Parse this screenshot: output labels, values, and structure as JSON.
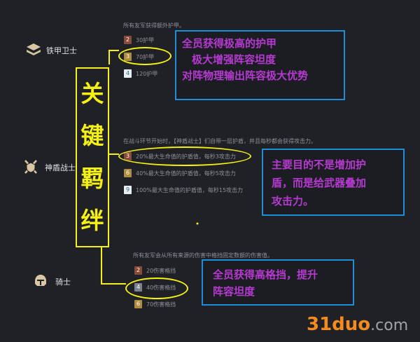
{
  "traits": [
    {
      "name": "铁甲卫士",
      "icon": "armor-icon",
      "description": "所有友军获得额外护甲。",
      "tiers": [
        {
          "num": "2",
          "text": "30护甲",
          "rank": "bronze"
        },
        {
          "num": "3",
          "text": "70护甲",
          "rank": "gold"
        },
        {
          "num": "4",
          "text": "120护甲",
          "rank": "diamond"
        }
      ]
    },
    {
      "name": "神盾战士",
      "icon": "crossed-swords-shield-icon",
      "description": "在战斗环节开始时，【神盾战士】们自带一层护盾，并且每秒都会获得攻击力。",
      "tiers": [
        {
          "num": "3",
          "text": "20%最大生命值的护盾值，每秒3攻击力",
          "rank": "bronze"
        },
        {
          "num": "6",
          "text": "40%最大生命值的护盾值，每秒5攻击力",
          "rank": "gold"
        },
        {
          "num": "9",
          "text": "100%最大生命值的护盾值，每秒15攻击力",
          "rank": "diamond"
        }
      ]
    },
    {
      "name": "骑士",
      "icon": "knight-helmet-icon",
      "description": "所有友军会从所有来源的伤害中格挡固定数额的伤害值。",
      "tiers": [
        {
          "num": "2",
          "text": "20伤害格挡",
          "rank": "bronze"
        },
        {
          "num": "4",
          "text": "40伤害格挡",
          "rank": "silver"
        },
        {
          "num": "6",
          "text": "70伤害格挡",
          "rank": "gold"
        }
      ]
    }
  ],
  "annotations": {
    "vertical_label": [
      "关",
      "键",
      "羁",
      "绊"
    ],
    "note1": [
      "全员获得极高的护甲",
      "极大增强阵容坦度",
      "对阵物理输出阵容极大优势"
    ],
    "note2": [
      "主要目的不是增加护",
      "盾，而是给武器叠加",
      "攻击力。"
    ],
    "note3": [
      "全员获得高格挡，提升",
      "阵容坦度"
    ]
  },
  "watermark": {
    "main": "31duo",
    "suffix": ".com"
  },
  "colors": {
    "annotation_yellow": "#f5f016",
    "note_border": "#1e8fd6",
    "note_text": "#b63ad1",
    "watermark_orange": "#f58a1f"
  }
}
